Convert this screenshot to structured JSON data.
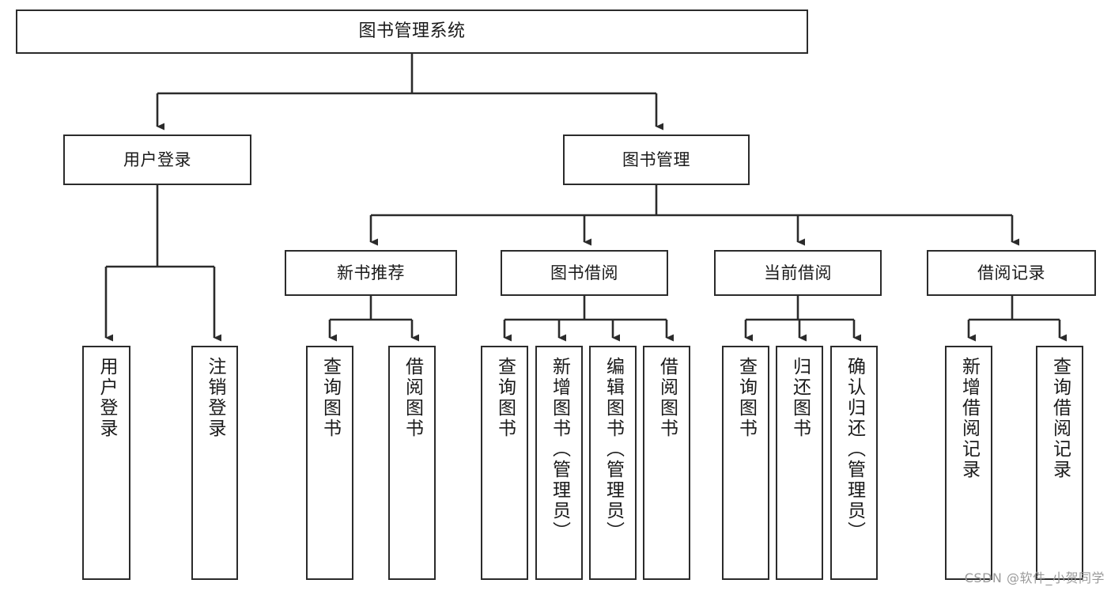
{
  "diagram": {
    "title": "图书管理系统",
    "type": "tree-hierarchy",
    "watermark": "CSDN @软件_小贺同学",
    "colors": {
      "background": "#ffffff",
      "box_border": "#2b2b2b",
      "box_fill": "#ffffff",
      "edge": "#2b2b2b",
      "text": "#1a1a1a",
      "watermark_text": "#9a9a9a"
    },
    "nodes": {
      "root": {
        "label": "图书管理系统"
      },
      "level1": [
        {
          "label": "用户登录"
        },
        {
          "label": "图书管理"
        }
      ],
      "level2": [
        {
          "label": "新书推荐"
        },
        {
          "label": "图书借阅"
        },
        {
          "label": "当前借阅"
        },
        {
          "label": "借阅记录"
        }
      ],
      "leaves_user_login": [
        {
          "label": "用户登录"
        },
        {
          "label": "注销登录"
        }
      ],
      "leaves_new_book": [
        {
          "label": "查询图书"
        },
        {
          "label": "借阅图书"
        }
      ],
      "leaves_borrow": [
        {
          "label": "查询图书"
        },
        {
          "label": "新增图书（管理员）"
        },
        {
          "label": "编辑图书（管理员）"
        },
        {
          "label": "借阅图书"
        }
      ],
      "leaves_current": [
        {
          "label": "查询图书"
        },
        {
          "label": "归还图书"
        },
        {
          "label": "确认归还（管理员）"
        }
      ],
      "leaves_record": [
        {
          "label": "新增借阅记录"
        },
        {
          "label": "查询借阅记录"
        }
      ]
    }
  }
}
